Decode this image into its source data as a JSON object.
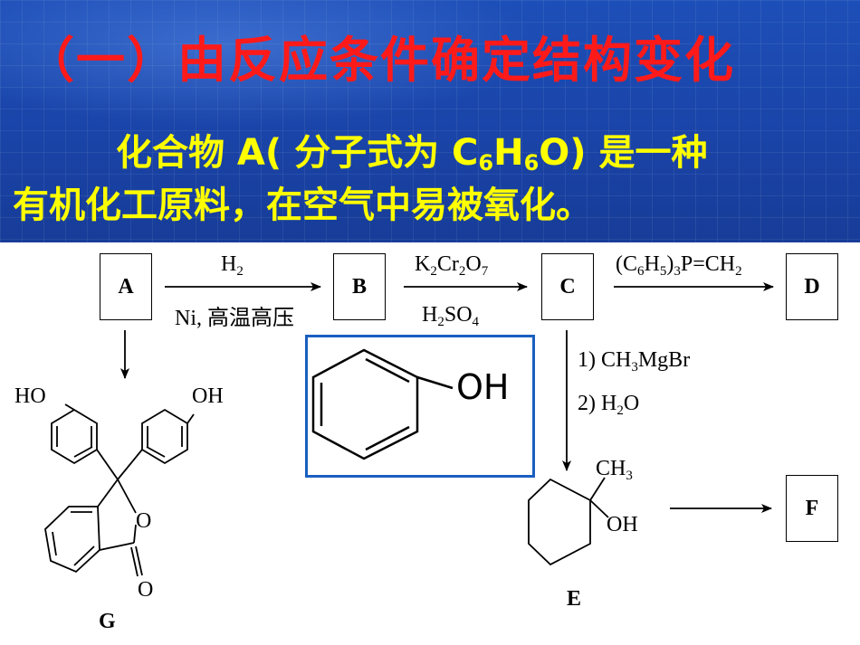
{
  "header": {
    "title": "（一）由反应条件确定结构变化",
    "intro_line1_a": "化合物 A( 分子式为 C",
    "intro_sub1": "6",
    "intro_h": "H",
    "intro_sub2": "6",
    "intro_line1_b": "O) 是一种",
    "intro_line2": "有机化工原料，在空气中易被氧化。"
  },
  "nodes": {
    "A": "A",
    "B": "B",
    "C": "C",
    "D": "D",
    "F": "F",
    "E": "E",
    "G": "G"
  },
  "reagents": {
    "ab_top_H": "H",
    "ab_top_sub": "2",
    "ab_bottom": "Ni, 高温高压",
    "bc_top": [
      "K",
      "2",
      "Cr",
      "2",
      "O",
      "7"
    ],
    "bc_bottom": [
      "H",
      "2",
      "SO",
      "4"
    ],
    "cd_top": [
      "(C",
      "6",
      "H",
      "5",
      ")",
      "3",
      "P=CH",
      "2"
    ],
    "ce_1": [
      "1) CH",
      "3",
      "MgBr"
    ],
    "ce_2": [
      "2) H",
      "2",
      "O"
    ]
  },
  "structures": {
    "phenol_oh": "OH",
    "g_ho": "HO",
    "g_oh": "OH",
    "g_o_ring": "O",
    "g_o_carbonyl": "O",
    "e_ch": "CH",
    "e_ch_sub": "3",
    "e_oh": "OH"
  }
}
